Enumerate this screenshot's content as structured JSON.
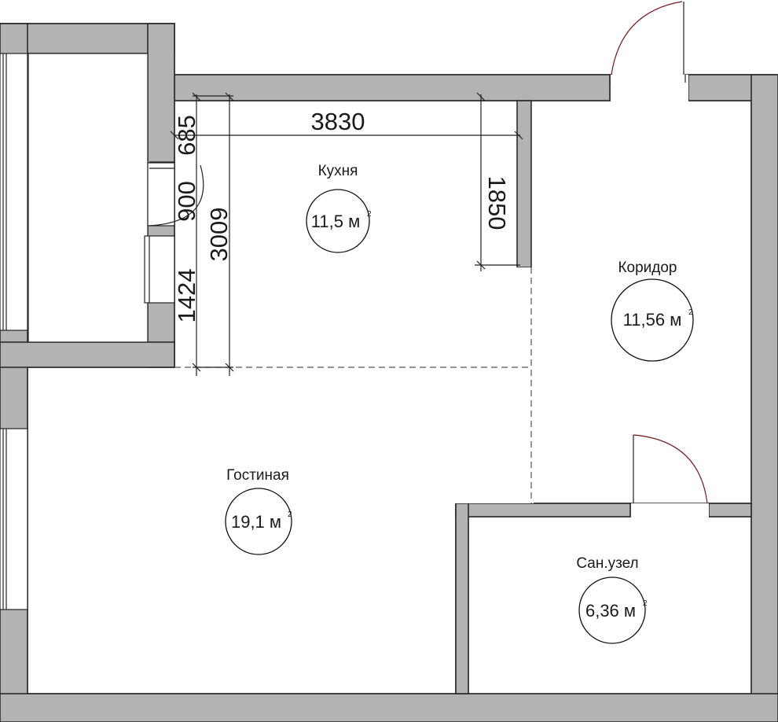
{
  "rooms": {
    "kitchen": {
      "name": "Кухня",
      "area": "11,5 м",
      "unit_sup": "2"
    },
    "corridor": {
      "name": "Коридор",
      "area": "11,56 м",
      "unit_sup": "2"
    },
    "living": {
      "name": "Гостиная",
      "area": "19,1 м",
      "unit_sup": "2"
    },
    "bathroom": {
      "name": "Сан.узел",
      "area": "6,36 м",
      "unit_sup": "2"
    }
  },
  "dimensions": {
    "kitchen_width": "3830",
    "top_offset": "685",
    "window_height": "900",
    "kitchen_depth": "3009",
    "lower_segment": "1424",
    "partition_length": "1850"
  },
  "colors": {
    "wall": "#b3b3b3",
    "door_arc": "#7a1a1a"
  }
}
